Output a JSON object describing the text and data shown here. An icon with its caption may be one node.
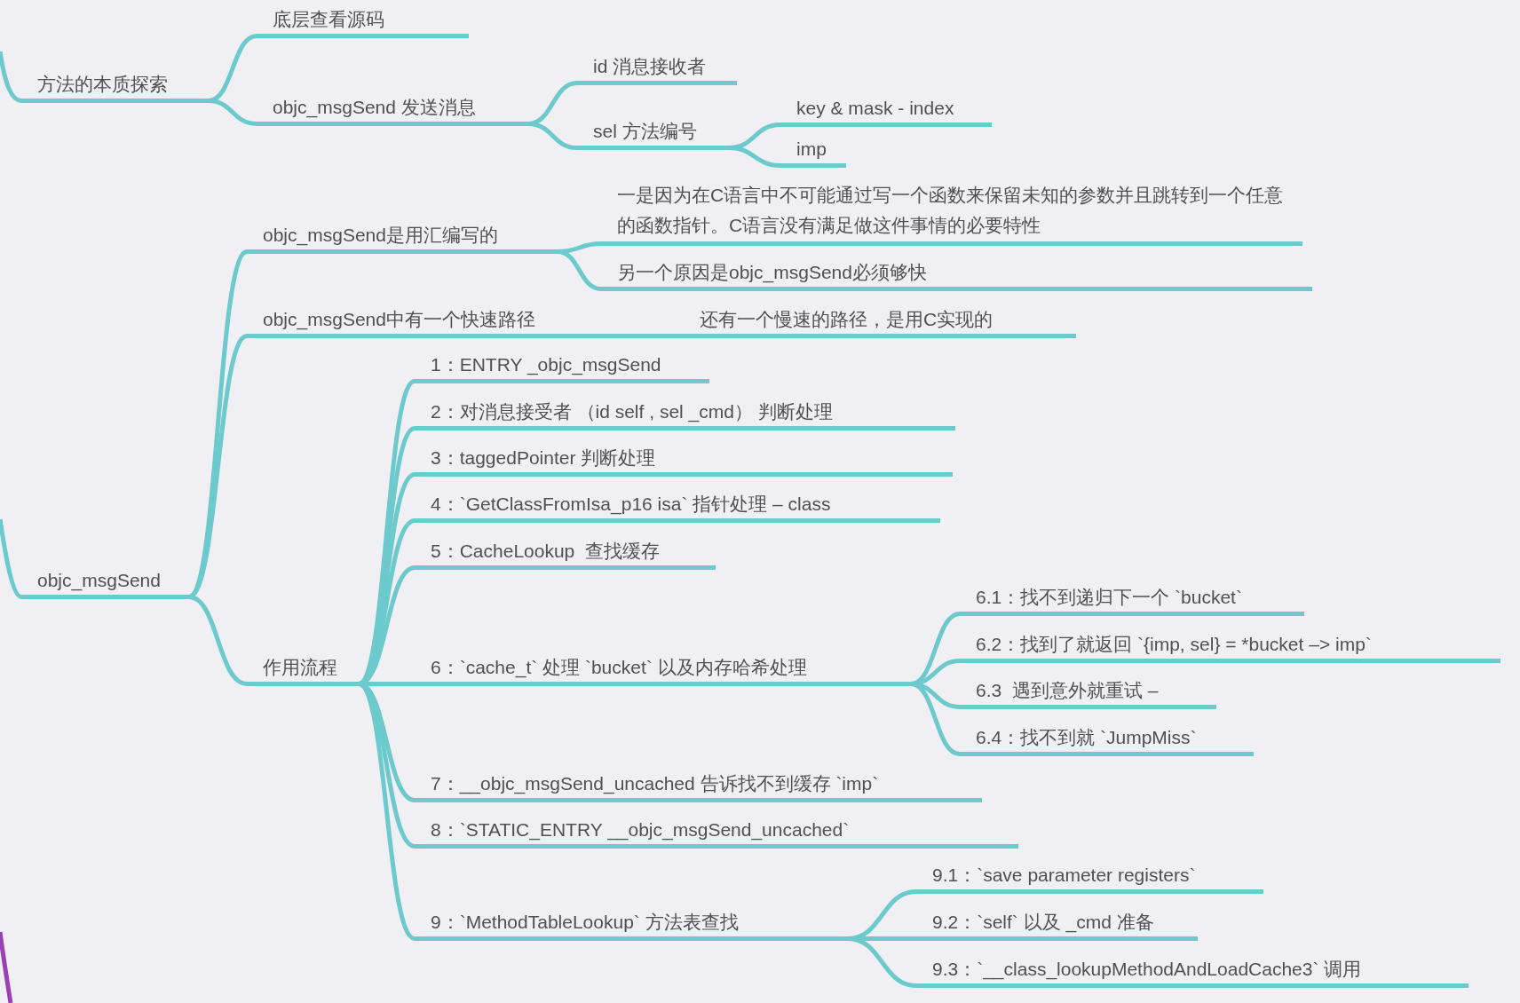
{
  "diagram": {
    "nodes": [
      {
        "text": [
          "方法的本质探索"
        ]
      },
      {
        "text": [
          "底层查看源码"
        ]
      },
      {
        "text": [
          "objc_msgSend 发送消息"
        ]
      },
      {
        "text": [
          "id 消息接收者"
        ]
      },
      {
        "text": [
          "sel 方法编号"
        ]
      },
      {
        "text": [
          "key & mask - index"
        ]
      },
      {
        "text": [
          "imp"
        ]
      },
      {
        "text": [
          "objc_msgSend"
        ]
      },
      {
        "text": [
          "objc_msgSend是用汇编写的"
        ]
      },
      {
        "text": [
          "一是因为在C语言中不可能通过写一个函数来保留未知的参数并且跳转到一个任意的函数指针。C语言没有满足做这件事情的必要特性"
        ]
      },
      {
        "text": [
          "另一个原因是objc_msgSend必须够快"
        ]
      },
      {
        "text": [
          "objc_msgSend中有一个快速路径"
        ]
      },
      {
        "text": [
          "还有一个慢速的路径，是用C实现的"
        ]
      },
      {
        "text": [
          "作用流程"
        ]
      },
      {
        "text": [
          "1：ENTRY _objc_msgSend"
        ]
      },
      {
        "text": [
          "2：对消息接受者 （id self , sel _cmd） 判断处理"
        ]
      },
      {
        "text": [
          "3：taggedPointer 判断处理"
        ]
      },
      {
        "text": [
          "4：`GetClassFromIsa_p16 isa` 指针处理 – class"
        ]
      },
      {
        "text": [
          "5：CacheLookup  查找缓存"
        ]
      },
      {
        "text": [
          "6：`cache_t` 处理 `bucket` 以及内存哈希处理"
        ]
      },
      {
        "text": [
          "6.1：找不到递归下一个 `bucket`"
        ]
      },
      {
        "text": [
          "6.2：找到了就返回 `{imp, sel} = *bucket –> imp`"
        ]
      },
      {
        "text": [
          "6.3  遇到意外就重试 –"
        ]
      },
      {
        "text": [
          "6.4：找不到就 `JumpMiss`"
        ]
      },
      {
        "text": [
          "7：__objc_msgSend_uncached 告诉找不到缓存 `imp`"
        ]
      },
      {
        "text": [
          "8：`STATIC_ENTRY __objc_msgSend_uncached`"
        ]
      },
      {
        "text": [
          "9：`MethodTableLookup` 方法表查找"
        ]
      },
      {
        "text": [
          "9.1：`save parameter registers`"
        ]
      },
      {
        "text": [
          "9.2：`self` 以及 _cmd 准备"
        ]
      },
      {
        "text": [
          "9.3：`__class_lookupMethodAndLoadCache3` 调用"
        ]
      }
    ],
    "edges": [
      {
        "from": null,
        "to": 0,
        "arrow": "none"
      },
      {
        "from": null,
        "to": 7,
        "arrow": "none"
      },
      {
        "from": 0,
        "to": 1,
        "arrow": "none"
      },
      {
        "from": 0,
        "to": 2,
        "arrow": "none"
      },
      {
        "from": 2,
        "to": 3,
        "arrow": "none"
      },
      {
        "from": 2,
        "to": 4,
        "arrow": "none"
      },
      {
        "from": 4,
        "to": 5,
        "arrow": "none"
      },
      {
        "from": 4,
        "to": 6,
        "arrow": "none"
      },
      {
        "from": 7,
        "to": 8,
        "arrow": "none"
      },
      {
        "from": 7,
        "to": 11,
        "arrow": "none"
      },
      {
        "from": 7,
        "to": 13,
        "arrow": "none"
      },
      {
        "from": 8,
        "to": 9,
        "arrow": "none"
      },
      {
        "from": 8,
        "to": 10,
        "arrow": "none"
      },
      {
        "from": 11,
        "to": 12,
        "arrow": "none"
      },
      {
        "from": 13,
        "to": 14,
        "arrow": "none"
      },
      {
        "from": 13,
        "to": 15,
        "arrow": "none"
      },
      {
        "from": 13,
        "to": 16,
        "arrow": "none"
      },
      {
        "from": 13,
        "to": 17,
        "arrow": "none"
      },
      {
        "from": 13,
        "to": 18,
        "arrow": "none"
      },
      {
        "from": 13,
        "to": 19,
        "arrow": "none"
      },
      {
        "from": 19,
        "to": 20,
        "arrow": "none"
      },
      {
        "from": 19,
        "to": 21,
        "arrow": "none"
      },
      {
        "from": 19,
        "to": 22,
        "arrow": "none"
      },
      {
        "from": 19,
        "to": 23,
        "arrow": "none"
      },
      {
        "from": 13,
        "to": 24,
        "arrow": "none"
      },
      {
        "from": 13,
        "to": 25,
        "arrow": "none"
      },
      {
        "from": 13,
        "to": 26,
        "arrow": "none"
      },
      {
        "from": 26,
        "to": 27,
        "arrow": "none"
      },
      {
        "from": 26,
        "to": 28,
        "arrow": "none"
      },
      {
        "from": 26,
        "to": 29,
        "arrow": "none"
      }
    ]
  }
}
